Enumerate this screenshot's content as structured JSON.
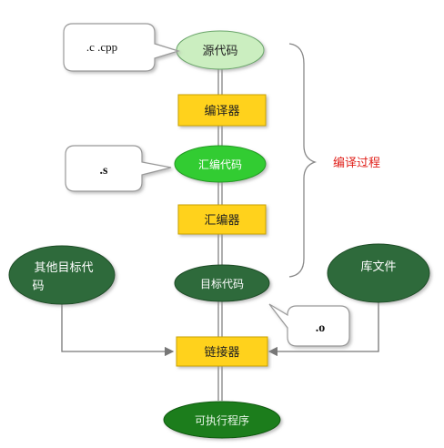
{
  "nodes": {
    "source_code": "源代码",
    "compiler": "编译器",
    "assembly_code": "汇编代码",
    "assembler": "汇编器",
    "object_code": "目标代码",
    "other_object_code_line1": "其他目标代",
    "other_object_code_line2": "码",
    "library_files": "库文件",
    "linker": "链接器",
    "executable": "可执行程序"
  },
  "callouts": {
    "source_ext": ".c .cpp",
    "asm_ext": ".s",
    "obj_ext": ".o"
  },
  "brace_label": "编译过程",
  "colors": {
    "light_green": "#cbeec0",
    "bright_green": "#33cc33",
    "dark_green": "#2e6b3a",
    "executable_green": "#1a7d1a",
    "yellow_box": "#ffd21f",
    "yellow_box_edge": "#c9a100",
    "red_label": "#e0201a"
  }
}
